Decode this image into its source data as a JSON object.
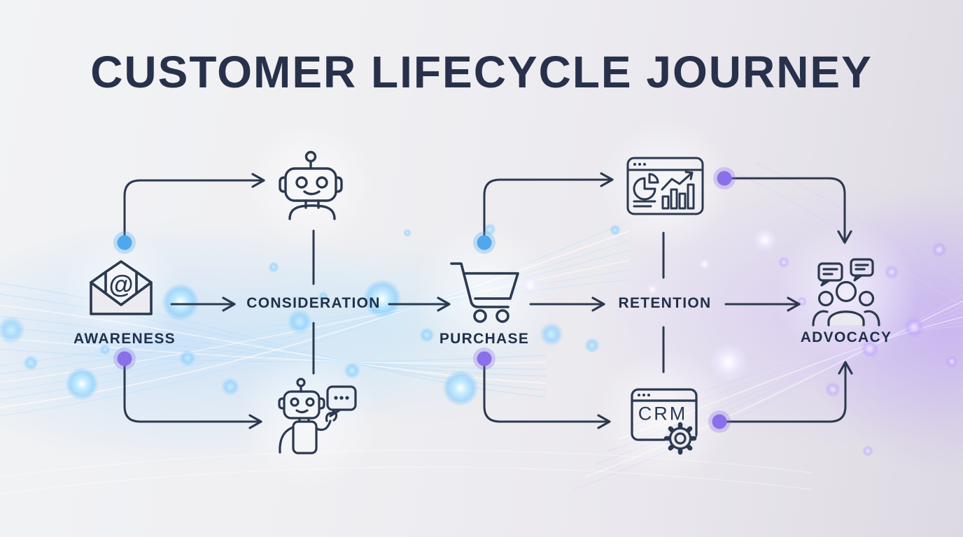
{
  "title": "CUSTOMER LIFECYCLE JOURNEY",
  "stages": {
    "awareness": {
      "label": "AWARENESS",
      "icon": "email-envelope-icon",
      "at_glyph": "@"
    },
    "consideration": {
      "label": "CONSIDERATION",
      "icon": null
    },
    "purchase": {
      "label": "PURCHASE",
      "icon": "shopping-cart-icon"
    },
    "retention": {
      "label": "RETENTION",
      "icon": null
    },
    "advocacy": {
      "label": "ADVOCACY",
      "icon": "people-testimonials-icon"
    }
  },
  "aux_nodes": {
    "chatbot": {
      "icon": "robot-head-icon"
    },
    "chatbot_assistant": {
      "icon": "robot-waving-chat-icon"
    },
    "analytics_dashboard": {
      "icon": "analytics-dashboard-icon"
    },
    "crm": {
      "label": "CRM",
      "icon": "crm-window-gear-icon"
    }
  },
  "flow": {
    "main_path": [
      "AWARENESS",
      "CONSIDERATION",
      "PURCHASE",
      "RETENTION",
      "ADVOCACY"
    ],
    "top_branches": [
      {
        "from": "AWARENESS",
        "to": "chatbot",
        "dot_color": "#4FA8EC"
      },
      {
        "from": "PURCHASE",
        "to": "analytics_dashboard",
        "dot_color": "#4FA8EC"
      },
      {
        "from": "analytics_dashboard",
        "to": "ADVOCACY",
        "dot_color": "#8A70E8"
      }
    ],
    "bottom_branches": [
      {
        "from": "AWARENESS",
        "to": "chatbot_assistant",
        "dot_color": "#8A70E8"
      },
      {
        "from": "PURCHASE",
        "to": "crm",
        "dot_color": "#8A70E8"
      },
      {
        "from": "crm",
        "to": "ADVOCACY",
        "dot_color": "#8A70E8"
      }
    ]
  },
  "colors": {
    "line": "#2B3950",
    "title": "#28314B",
    "label": "#21304A",
    "blue_dot": "#4FA8EC",
    "purple_dot": "#8A70E8"
  }
}
